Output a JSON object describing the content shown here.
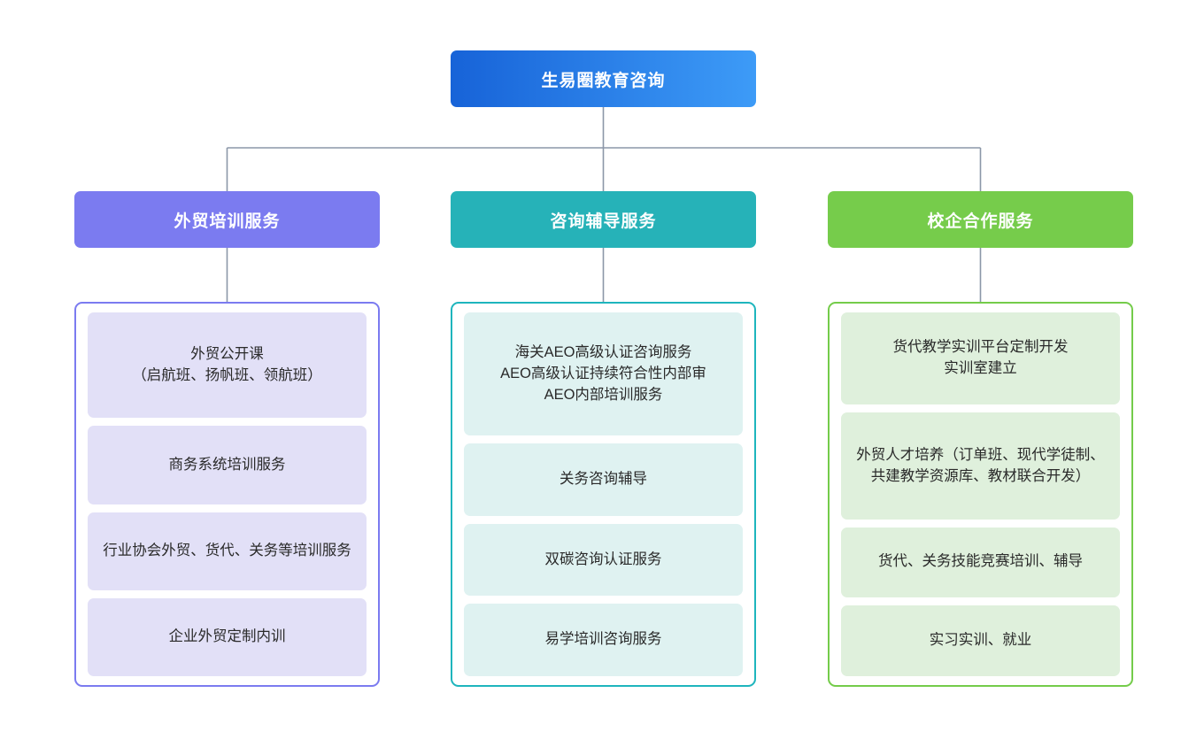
{
  "theme": {
    "background": "#ffffff",
    "connector_color": "#8b97a8",
    "text_color": "#2a2a2a"
  },
  "root": {
    "label": "生易圈教育咨询",
    "gradient_from": "#1763d8",
    "gradient_to": "#3d9bf7",
    "text_color": "#ffffff"
  },
  "branches": [
    {
      "label": "外贸培训服务",
      "header_color": "#7b7bf0",
      "border_color": "#7b7bf0",
      "leaf_color": "#e2e0f7",
      "items": [
        "外贸公开课\n（启航班、扬帆班、领航班）",
        "商务系统培训服务",
        "行业协会外贸、货代、关务等培训服务",
        "企业外贸定制内训"
      ]
    },
    {
      "label": "咨询辅导服务",
      "header_color": "#26b2b8",
      "border_color": "#1eb5bd",
      "leaf_color": "#dff2f1",
      "items": [
        "海关AEO高级认证咨询服务\nAEO高级认证持续符合性内部审\nAEO内部培训服务",
        "关务咨询辅导",
        "双碳咨询认证服务",
        "易学培训咨询服务"
      ]
    },
    {
      "label": "校企合作服务",
      "header_color": "#76cc4b",
      "border_color": "#74cc4a",
      "leaf_color": "#dff0dc",
      "items": [
        "货代教学实训平台定制开发\n实训室建立",
        "外贸人才培养（订单班、现代学徒制、共建教学资源库、教材联合开发）",
        "货代、关务技能竞赛培训、辅导",
        "实习实训、就业"
      ]
    }
  ],
  "chart_data": {
    "type": "diagram",
    "diagram_type": "organization-tree",
    "title": "生易圈教育咨询",
    "levels": 3,
    "nodes": [
      {
        "id": "root",
        "label": "生易圈教育咨询",
        "level": 0,
        "parent": null
      },
      {
        "id": "b0",
        "label": "外贸培训服务",
        "level": 1,
        "parent": "root"
      },
      {
        "id": "b1",
        "label": "咨询辅导服务",
        "level": 1,
        "parent": "root"
      },
      {
        "id": "b2",
        "label": "校企合作服务",
        "level": 1,
        "parent": "root"
      },
      {
        "id": "b0-0",
        "label": "外贸公开课（启航班、扬帆班、领航班）",
        "level": 2,
        "parent": "b0"
      },
      {
        "id": "b0-1",
        "label": "商务系统培训服务",
        "level": 2,
        "parent": "b0"
      },
      {
        "id": "b0-2",
        "label": "行业协会外贸、货代、关务等培训服务",
        "level": 2,
        "parent": "b0"
      },
      {
        "id": "b0-3",
        "label": "企业外贸定制内训",
        "level": 2,
        "parent": "b0"
      },
      {
        "id": "b1-0",
        "label": "海关AEO高级认证咨询服务 AEO高级认证持续符合性内部审 AEO内部培训服务",
        "level": 2,
        "parent": "b1"
      },
      {
        "id": "b1-1",
        "label": "关务咨询辅导",
        "level": 2,
        "parent": "b1"
      },
      {
        "id": "b1-2",
        "label": "双碳咨询认证服务",
        "level": 2,
        "parent": "b1"
      },
      {
        "id": "b1-3",
        "label": "易学培训咨询服务",
        "level": 2,
        "parent": "b1"
      },
      {
        "id": "b2-0",
        "label": "货代教学实训平台定制开发 实训室建立",
        "level": 2,
        "parent": "b2"
      },
      {
        "id": "b2-1",
        "label": "外贸人才培养（订单班、现代学徒制、共建教学资源库、教材联合开发）",
        "level": 2,
        "parent": "b2"
      },
      {
        "id": "b2-2",
        "label": "货代、关务技能竞赛培训、辅导",
        "level": 2,
        "parent": "b2"
      },
      {
        "id": "b2-3",
        "label": "实习实训、就业",
        "level": 2,
        "parent": "b2"
      }
    ]
  }
}
